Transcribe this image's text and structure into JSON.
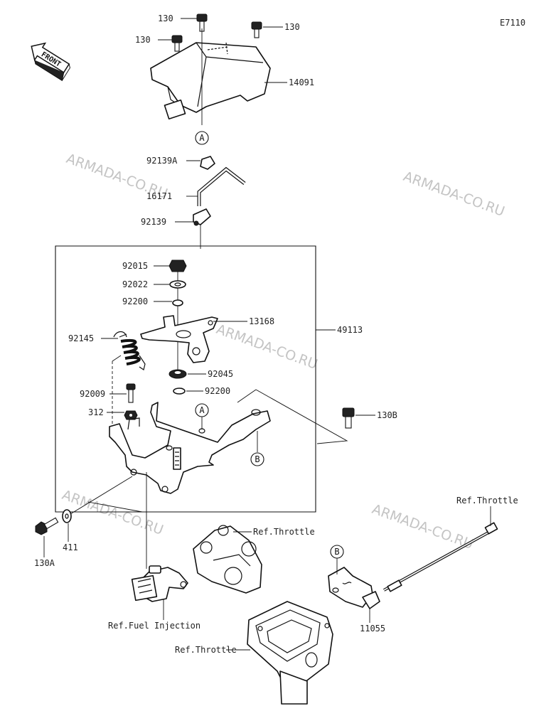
{
  "diagram_code": "E7110",
  "front_label": "FRONT",
  "watermark": "ARMADA-CO.RU",
  "part_labels": {
    "p130_top": "130",
    "p130_left": "130",
    "p130_right": "130",
    "p14091": "14091",
    "p92139A": "92139A",
    "p16171": "16171",
    "p92139": "92139",
    "p92015": "92015",
    "p92022": "92022",
    "p92200_upper": "92200",
    "p13168": "13168",
    "p49113": "49113",
    "p92145": "92145",
    "p92045": "92045",
    "p92009": "92009",
    "p92200_lower": "92200",
    "p312": "312",
    "p130B": "130B",
    "p130A": "130A",
    "p411": "411",
    "p11055": "11055"
  },
  "ref_labels": {
    "throttle_top_right": "Ref.Throttle",
    "throttle_middle": "Ref.Throttle",
    "throttle_bottom": "Ref.Throttle",
    "fuel_injection": "Ref.Fuel Injection"
  },
  "markers": {
    "a": "A",
    "b": "B"
  }
}
